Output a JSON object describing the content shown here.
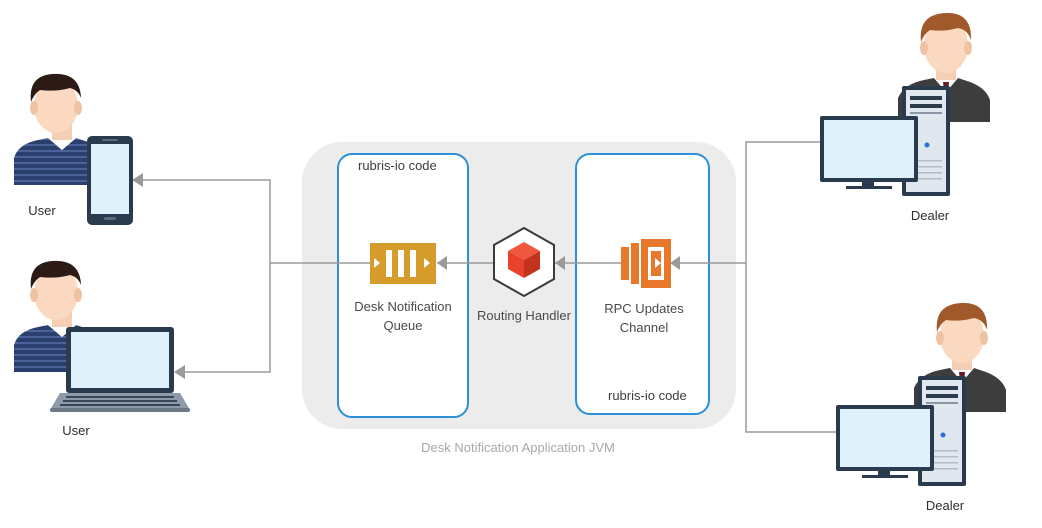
{
  "diagram": {
    "jvm_label": "Desk Notification Application JVM",
    "left_box_label": "rubris-io code",
    "right_box_label": "rubris-io code",
    "queue_label_line1": "Desk Notification",
    "queue_label_line2": "Queue",
    "router_label": "Routing Handler",
    "channel_label_line1": "RPC Updates",
    "channel_label_line2": "Channel",
    "user_top_label": "User",
    "user_bottom_label": "User",
    "dealer_top_label": "Dealer",
    "dealer_bottom_label": "Dealer"
  },
  "colors": {
    "jvm_fill": "#ececec",
    "box_stroke": "#2d8fd6",
    "connector": "#9a9a9a",
    "queue_icon": "#d59c2b",
    "router_cube": "#e8412c",
    "channel_icon": "#e8782a",
    "screen": "#dff1fb",
    "device_frame": "#2b3b4e"
  }
}
